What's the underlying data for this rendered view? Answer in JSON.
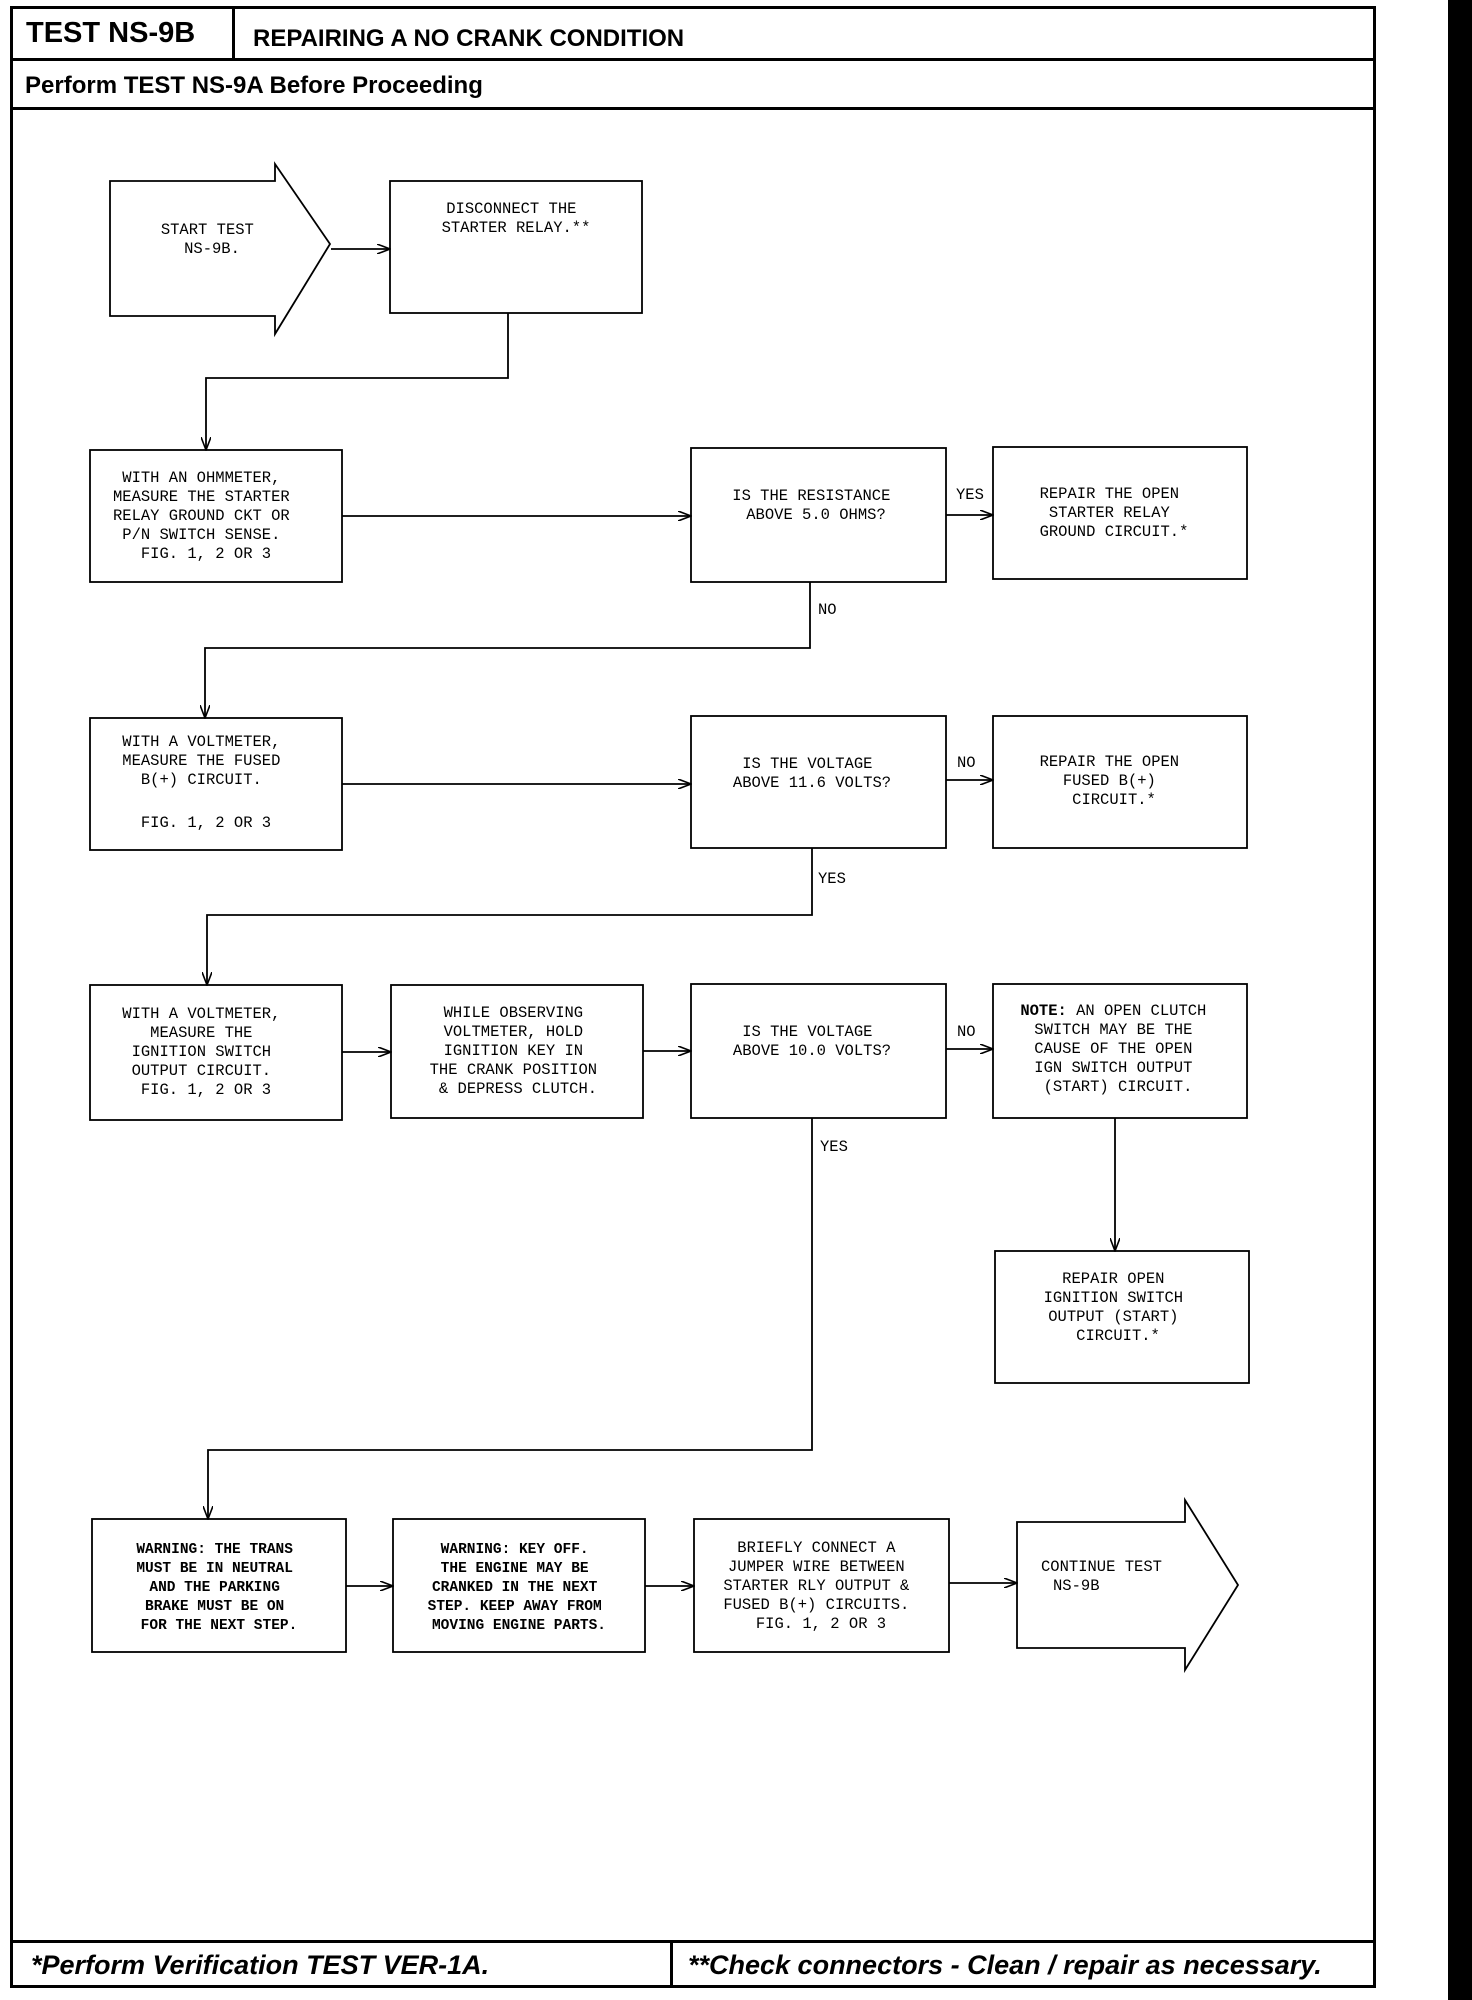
{
  "header": {
    "test_id": "TEST NS-9B",
    "title": "REPAIRING A NO CRANK CONDITION",
    "subtitle": "Perform TEST NS-9A Before Proceeding"
  },
  "nodes": {
    "start": [
      "START TEST",
      "NS-9B."
    ],
    "disconnect": [
      "DISCONNECT THE",
      "STARTER RELAY.**"
    ],
    "ohmmeter": [
      "WITH AN OHMMETER,",
      "MEASURE THE STARTER",
      "RELAY GROUND CKT OR",
      "P/N SWITCH SENSE.",
      "FIG. 1, 2 OR 3"
    ],
    "q_resistance": [
      "IS THE RESISTANCE",
      "ABOVE 5.0 OHMS?"
    ],
    "repair_ground": [
      "REPAIR THE OPEN",
      "STARTER RELAY",
      "GROUND CIRCUIT.*"
    ],
    "voltmeter_fused": [
      "WITH A VOLTMETER,",
      "MEASURE THE FUSED",
      "B(+) CIRCUIT.",
      "",
      "FIG. 1, 2 OR 3"
    ],
    "q_voltage_116": [
      "IS THE VOLTAGE",
      "ABOVE 11.6 VOLTS?"
    ],
    "repair_fused": [
      "REPAIR THE OPEN",
      "FUSED B(+)",
      "CIRCUIT.*"
    ],
    "voltmeter_ign": [
      "WITH A VOLTMETER,",
      "MEASURE THE",
      "IGNITION SWITCH",
      "OUTPUT CIRCUIT.",
      "FIG. 1, 2 OR 3"
    ],
    "observe": [
      "WHILE OBSERVING",
      "VOLTMETER, HOLD",
      "IGNITION KEY IN",
      "THE CRANK POSITION",
      "& DEPRESS CLUTCH."
    ],
    "q_voltage_100": [
      "IS THE VOLTAGE",
      "ABOVE 10.0 VOLTS?"
    ],
    "note_bold": "NOTE:",
    "note": [
      " AN OPEN CLUTCH",
      "SWITCH MAY BE THE",
      "CAUSE OF THE OPEN",
      "IGN SWITCH OUTPUT",
      "(START) CIRCUIT."
    ],
    "repair_ign": [
      "REPAIR OPEN",
      "IGNITION SWITCH",
      "OUTPUT (START)",
      "CIRCUIT.*"
    ],
    "warning_trans": [
      "WARNING: THE TRANS",
      "MUST BE IN NEUTRAL",
      "AND THE PARKING",
      "BRAKE MUST BE ON",
      "FOR THE NEXT STEP."
    ],
    "warning_key": [
      "WARNING: KEY OFF.",
      "THE ENGINE MAY BE",
      "CRANKED IN THE NEXT",
      "STEP. KEEP AWAY FROM",
      "MOVING ENGINE PARTS."
    ],
    "jumper": [
      "BRIEFLY CONNECT A",
      "JUMPER WIRE BETWEEN",
      "STARTER RLY OUTPUT &",
      "FUSED B(+) CIRCUITS.",
      "FIG. 1, 2 OR 3"
    ],
    "continue": [
      "CONTINUE TEST",
      "NS-9B"
    ]
  },
  "edge_labels": {
    "resistance_yes": "YES",
    "resistance_no": "NO",
    "v116_no": "NO",
    "v116_yes": "YES",
    "v100_no": "NO",
    "v100_yes": "YES"
  },
  "footer": {
    "left": "*Perform Verification TEST VER-1A.",
    "right": "**Check connectors - Clean / repair as necessary."
  }
}
